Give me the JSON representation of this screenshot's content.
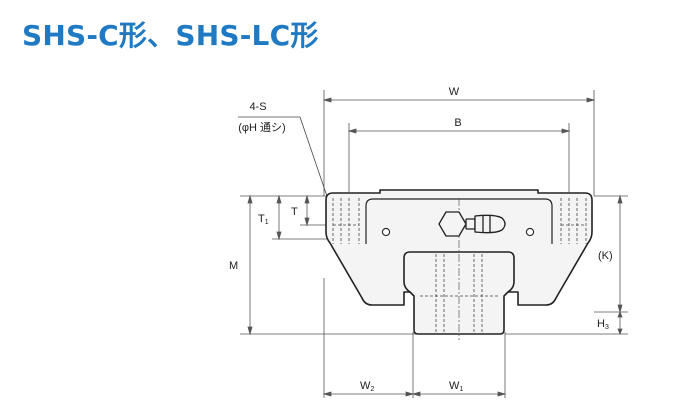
{
  "title": "SHS-C形、SHS-LC形",
  "colors": {
    "title": "#1f7ac3",
    "line": "#222222",
    "dim_line": "#555555",
    "fill": "#f4f4f4"
  },
  "labels": {
    "w": "W",
    "b": "B",
    "hole_count": "4-S",
    "hole_note": "(φH 通シ)",
    "t1_main": "T",
    "t1_sub": "1",
    "t": "T",
    "m": "M",
    "k": "(K)",
    "h3_main": "H",
    "h3_sub": "3",
    "w2_main": "W",
    "w2_sub": "2",
    "w1_main": "W",
    "w1_sub": "1"
  }
}
